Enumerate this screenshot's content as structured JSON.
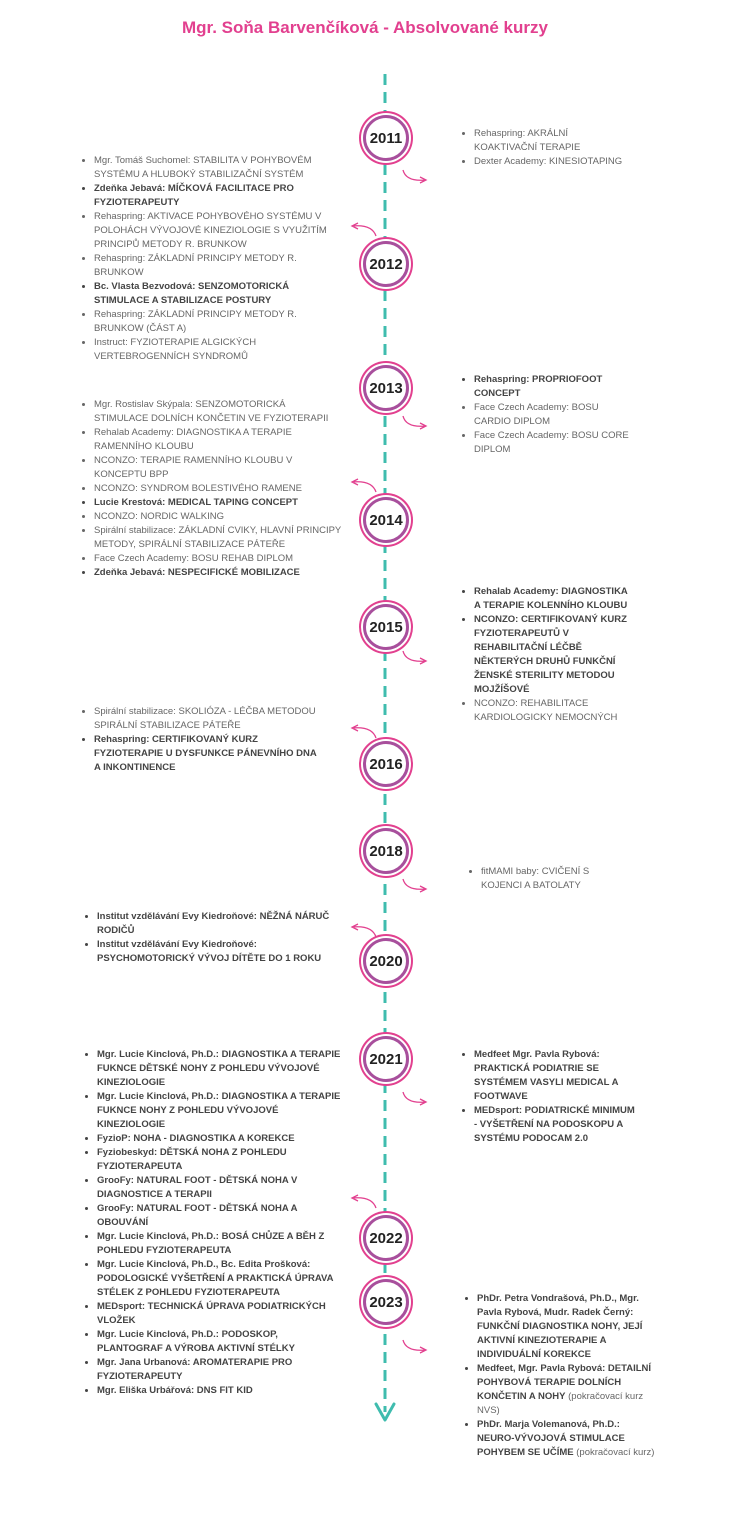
{
  "title": "Mgr. Soňa Barvenčíková - Absolvované kurzy",
  "colors": {
    "accent": "#e2408f",
    "line": "#3fbcae",
    "circle": "#a84f9c"
  },
  "years": [
    {
      "year": "2011",
      "side": "right",
      "items": [
        {
          "text": "Rehaspring: AKRÁLNÍ KOAKTIVAČNÍ TERAPIE",
          "bold": false
        },
        {
          "text": "Dexter Academy: KINESIOTAPING",
          "bold": false
        }
      ]
    },
    {
      "year": "2012",
      "side": "left",
      "items": [
        {
          "text": "Mgr. Tomáš Suchomel: STABILITA V POHYBOVÉM SYSTÉMU A HLUBOKÝ STABILIZAČNÍ SYSTÉM",
          "bold": false
        },
        {
          "text": "Zdeňka Jebavá: MÍČKOVÁ FACILITACE PRO FYZIOTERAPEUTY",
          "bold": true
        },
        {
          "text": "Rehaspring: AKTIVACE POHYBOVÉHO SYSTÉMU V POLOHÁCH VÝVOJOVÉ KINEZIOLOGIE S VYUŽITÍM PRINCIPŮ METODY R. BRUNKOW",
          "bold": false
        },
        {
          "text": "Rehaspring: ZÁKLADNÍ PRINCIPY METODY R. BRUNKOW",
          "bold": false
        },
        {
          "text": "Bc. Vlasta Bezvodová: SENZOMOTORICKÁ STIMULACE A STABILIZACE POSTURY",
          "bold": true
        },
        {
          "text": "Rehaspring: ZÁKLADNÍ PRINCIPY METODY R. BRUNKOW (ČÁST A)",
          "bold": false
        },
        {
          "text": "Instruct: FYZIOTERAPIE ALGICKÝCH VERTEBROGENNÍCH SYNDROMŮ",
          "bold": false
        }
      ]
    },
    {
      "year": "2013",
      "side": "right",
      "items": [
        {
          "text": "Rehaspring: PROPRIOFOOT CONCEPT",
          "bold": true
        },
        {
          "text": "Face Czech Academy: BOSU CARDIO DIPLOM",
          "bold": false
        },
        {
          "text": "Face Czech Academy: BOSU CORE DIPLOM",
          "bold": false
        }
      ]
    },
    {
      "year": "2014",
      "side": "left",
      "items": [
        {
          "text": "Mgr. Rostislav Skýpala: SENZOMOTORICKÁ STIMULACE DOLNÍCH KONČETIN VE FYZIOTERAPII",
          "bold": false
        },
        {
          "text": "Rehalab Academy: DIAGNOSTIKA A TERAPIE RAMENNÍHO KLOUBU",
          "bold": false
        },
        {
          "text": "NCONZO: TERAPIE RAMENNÍHO KLOUBU V KONCEPTU BPP",
          "bold": false
        },
        {
          "text": "NCONZO: SYNDROM BOLESTIVÉHO RAMENE",
          "bold": false
        },
        {
          "text": "Lucie Krestová: MEDICAL TAPING CONCEPT",
          "bold": true
        },
        {
          "text": "NCONZO: NORDIC WALKING",
          "bold": false
        },
        {
          "text": "Spirální stabilizace: ZÁKLADNÍ CVIKY, HLAVNÍ PRINCIPY METODY, SPIRÁLNÍ STABILIZACE PÁTEŘE",
          "bold": false
        },
        {
          "text": "Face Czech Academy: BOSU REHAB DIPLOM",
          "bold": false
        },
        {
          "text": "Zdeňka Jebavá: NESPECIFICKÉ MOBILIZACE",
          "bold": true
        }
      ]
    },
    {
      "year": "2015",
      "side": "right",
      "items": [
        {
          "text": "Rehalab Academy: DIAGNOSTIKA A TERAPIE KOLENNÍHO KLOUBU",
          "bold": true
        },
        {
          "text": "NCONZO: CERTIFIKOVANÝ KURZ FYZIOTERAPEUTŮ V REHABILITAČNÍ LÉČBĚ NĚKTERÝCH DRUHŮ FUNKČNÍ ŽENSKÉ STERILITY METODOU MOJŽÍŠOVÉ",
          "bold": true
        },
        {
          "text": "NCONZO: REHABILITACE KARDIOLOGICKY NEMOCNÝCH",
          "bold": false
        }
      ]
    },
    {
      "year": "2016",
      "side": "left",
      "items": [
        {
          "text": "Spirální stabilizace: SKOLIÓZA - LÉČBA METODOU SPIRÁLNÍ STABILIZACE PÁTEŘE",
          "bold": false
        },
        {
          "text": "Rehaspring: CERTIFIKOVANÝ KURZ FYZIOTERAPIE U DYSFUNKCE PÁNEVNÍHO DNA A INKONTINENCE",
          "bold": true
        }
      ]
    },
    {
      "year": "2018",
      "side": "right",
      "items": [
        {
          "text": "fitMAMI baby: CVIČENÍ S KOJENCI A BATOLATY",
          "bold": false
        }
      ]
    },
    {
      "year": "2020",
      "side": "left",
      "items": [
        {
          "text": "Institut vzdělávání Evy Kiedroňové: NĚŽNÁ NÁRUČ RODIČŮ",
          "bold": true
        },
        {
          "text": "Institut vzdělávání Evy Kiedroňové: PSYCHOMOTORICKÝ VÝVOJ DÍTĚTE DO 1 ROKU",
          "bold": true
        }
      ]
    },
    {
      "year": "2021",
      "side": "right",
      "items": [
        {
          "text": "Medfeet Mgr. Pavla Rybová: PRAKTICKÁ PODIATRIE SE SYSTÉMEM VASYLI MEDICAL A FOOTWAVE",
          "bold": true
        },
        {
          "text": "MEDsport: PODIATRICKÉ MINIMUM - VYŠETŘENÍ NA PODOSKOPU A SYSTÉMU PODOCAM 2.0",
          "bold": true
        }
      ]
    },
    {
      "year": "2022",
      "side": "left",
      "items": [
        {
          "text": "Mgr. Lucie Kinclová, Ph.D.: DIAGNOSTIKA A TERAPIE FUKNCE DĚTSKÉ NOHY Z POHLEDU VÝVOJOVÉ KINEZIOLOGIE",
          "bold": true
        },
        {
          "text": "Mgr. Lucie Kinclová, Ph.D.: DIAGNOSTIKA A TERAPIE FUKNCE NOHY Z POHLEDU VÝVOJOVÉ KINEZIOLOGIE",
          "bold": true
        },
        {
          "text": "FyzioP: NOHA - DIAGNOSTIKA A KOREKCE",
          "bold": true
        },
        {
          "text": "Fyziobeskyd: DĚTSKÁ NOHA Z POHLEDU FYZIOTERAPEUTA",
          "bold": true
        },
        {
          "text": "GrooFy: NATURAL FOOT - DĚTSKÁ NOHA V DIAGNOSTICE A TERAPII",
          "bold": true
        },
        {
          "text": "GrooFy: NATURAL FOOT - DĚTSKÁ NOHA A OBOUVÁNÍ",
          "bold": true
        },
        {
          "text": "Mgr. Lucie Kinclová, Ph.D.: BOSÁ CHŮZE A BĚH Z POHLEDU FYZIOTERAPEUTA",
          "bold": true
        },
        {
          "text": "Mgr. Lucie Kinclová, Ph.D., Bc. Edita Prošková: PODOLOGICKÉ VYŠETŘENÍ A PRAKTICKÁ ÚPRAVA STÉLEK Z POHLEDU FYZIOTERAPEUTA",
          "bold": true
        },
        {
          "text": "MEDsport: TECHNICKÁ ÚPRAVA PODIATRICKÝCH VLOŽEK",
          "bold": true
        },
        {
          "text": "Mgr. Lucie Kinclová, Ph.D.: PODOSKOP, PLANTOGRAF A VÝROBA AKTIVNÍ STÉLKY",
          "bold": true
        },
        {
          "text": "Mgr. Jana Urbanová: AROMATERAPIE PRO FYZIOTERAPEUTY",
          "bold": true
        },
        {
          "text": "Mgr. Eliška Urbářová: DNS FIT KID",
          "bold": true
        }
      ]
    },
    {
      "year": "2023",
      "side": "right",
      "items": [
        {
          "text": "PhDr. Petra Vondrašová, Ph.D., Mgr. Pavla Rybová, Mudr. Radek Černý: FUNKČNÍ DIAGNOSTIKA NOHY, JEJÍ AKTIVNÍ KINEZIOTERAPIE A INDIVIDUÁLNÍ KOREKCE",
          "bold": true
        },
        {
          "text": "Medfeet, Mgr. Pavla Rybová: DETAILNÍ POHYBOVÁ TERAPIE DOLNÍCH KONČETIN A NOHY",
          "bold": true,
          "note": "(pokračovací kurz NVS)"
        },
        {
          "text": "PhDr. Marja Volemanová, Ph.D.: NEURO-VÝVOJOVÁ STIMULACE POHYBEM SE UČÍME",
          "bold": true,
          "note": "(pokračovací kurz)"
        }
      ]
    }
  ]
}
